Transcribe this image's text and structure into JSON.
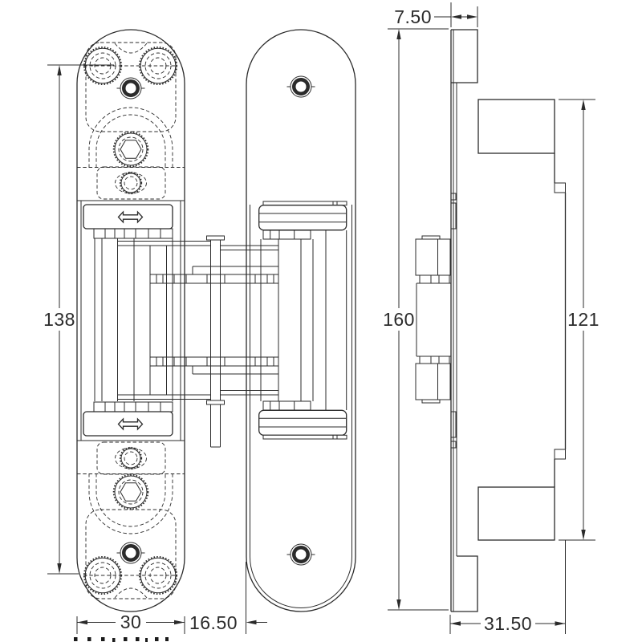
{
  "drawing": {
    "dimensions": {
      "plate_thickness": "7.50",
      "screw_spacing": "138",
      "overall_height": "160",
      "body_span": "121",
      "leaf_width": "30",
      "leaf_gap": "16.50",
      "overall_depth": "31.50"
    },
    "icons": {
      "horizontal_adjustment": "double-headed-arrow"
    },
    "colors": {
      "line": "#2b2b2b",
      "background": "#ffffff"
    }
  }
}
